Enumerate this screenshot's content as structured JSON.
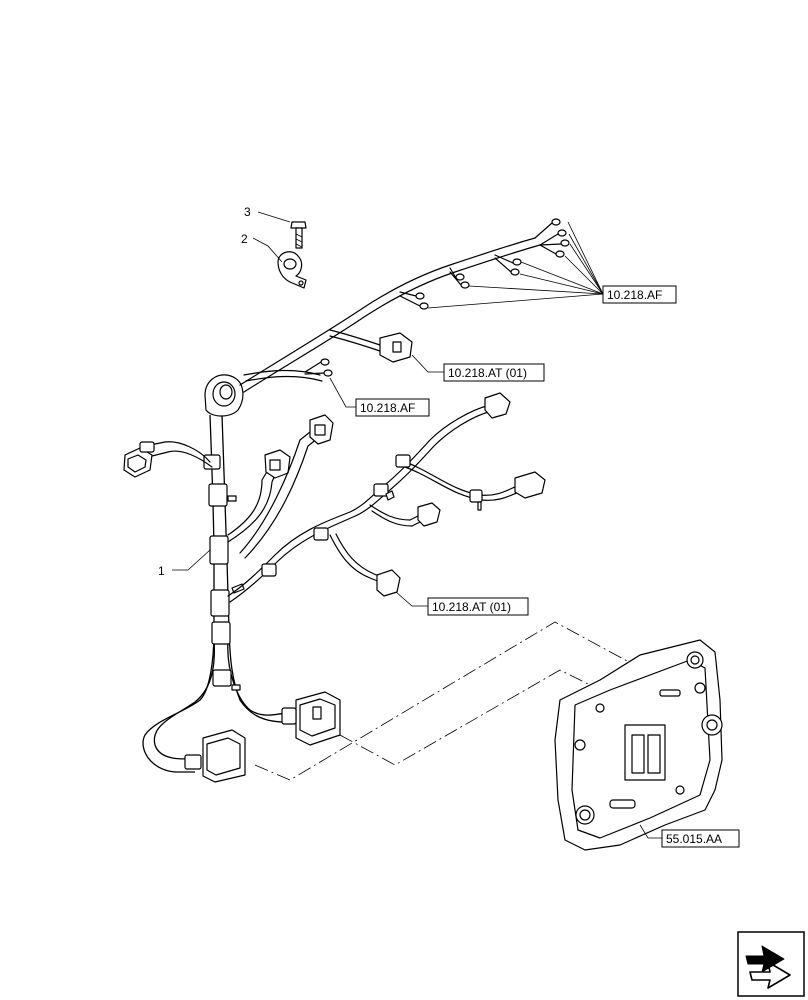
{
  "callouts": {
    "item_1": "1",
    "item_2": "2",
    "item_3": "3"
  },
  "references": {
    "ref_top_right": "10.218.AF",
    "ref_connector_mid": "10.218.AT (01)",
    "ref_wires_left": "10.218.AF",
    "ref_branch_lower": "10.218.AT (01)",
    "ref_control_unit": "55.015.AA"
  },
  "icons": {
    "nav": "next-page-arrow-icon"
  }
}
